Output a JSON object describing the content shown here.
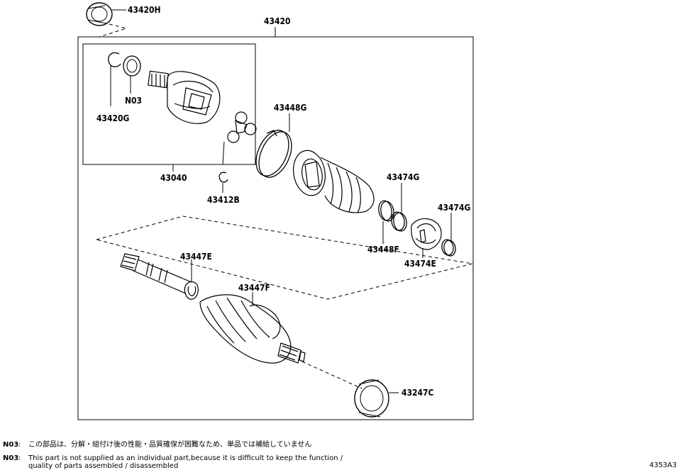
{
  "parts": {
    "outer_assembly": "43420",
    "dust_seal_top": "43420H",
    "inner_joint_assembly": "43040",
    "snap_ring_left": "43420G",
    "note_ref": "N03",
    "boot_clamp_large": "43448G",
    "snap_ring_small": "43412B",
    "boot_clamp_pair_upper": "43474G",
    "boot_clamp_pair_right": "43474G",
    "boot_clamp_small": "43448F",
    "inner_boot": "43474E",
    "clamp_shaft": "43447E",
    "outer_boot_shaft": "43447F",
    "dust_seal_bottom": "43247C"
  },
  "notes": {
    "ja": {
      "code": "N03",
      "separator": ":",
      "text": "この部品は、分解・組付け後の性能・品質確保が困難なため、単品では補給していません"
    },
    "en": {
      "code": "N03",
      "separator": ":",
      "line1": "This part is not supplied as an individual part,because it is difficult to keep the function /",
      "line2": "quality of parts assembled / disassembled"
    }
  },
  "diagram_code": "4353A3"
}
